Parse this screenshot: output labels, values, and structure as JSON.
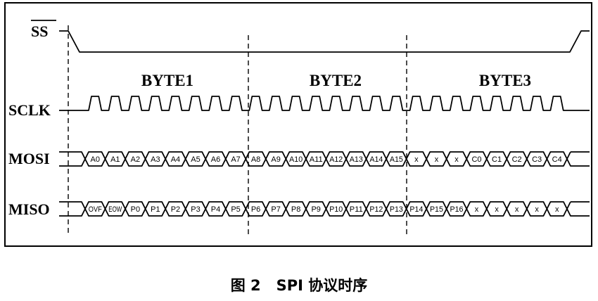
{
  "signals": {
    "ss": "SS",
    "sclk": "SCLK",
    "mosi": "MOSI",
    "miso": "MISO"
  },
  "bytes": [
    "BYTE1",
    "BYTE2",
    "BYTE3"
  ],
  "mosi_cells": [
    "A0",
    "A1",
    "A2",
    "A3",
    "A4",
    "A5",
    "A6",
    "A7",
    "A8",
    "A9",
    "A10",
    "A11",
    "A12",
    "A13",
    "A14",
    "A15",
    "x",
    "x",
    "x",
    "C0",
    "C1",
    "C2",
    "C3",
    "C4"
  ],
  "miso_cells": [
    "OVF",
    "EOW",
    "P0",
    "P1",
    "P2",
    "P3",
    "P4",
    "P5",
    "P6",
    "P7",
    "P8",
    "P9",
    "P10",
    "P11",
    "P12",
    "P13",
    "P14",
    "P15",
    "P16",
    "x",
    "x",
    "x",
    "x",
    "x"
  ],
  "caption": "图 2   SPI 协议时序"
}
